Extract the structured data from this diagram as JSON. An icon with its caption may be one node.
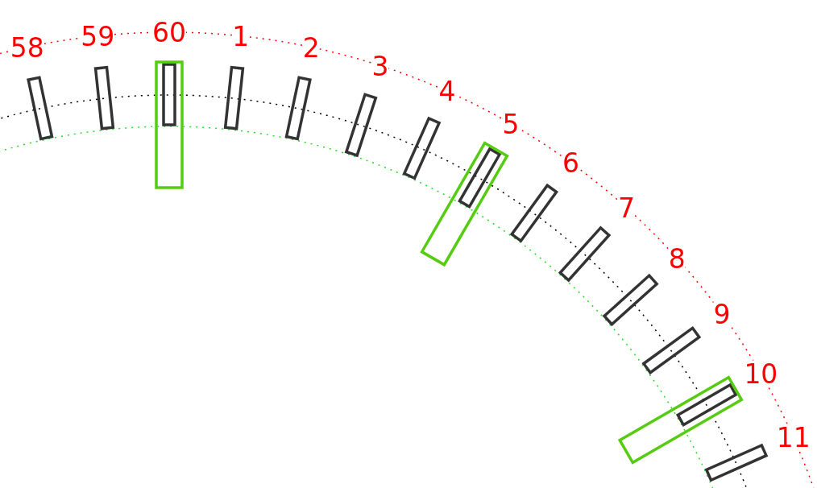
{
  "diagram": {
    "labels": [
      "58",
      "59",
      "60",
      "1",
      "2",
      "3",
      "4",
      "5",
      "6",
      "7",
      "8",
      "9",
      "10",
      "11"
    ]
  }
}
